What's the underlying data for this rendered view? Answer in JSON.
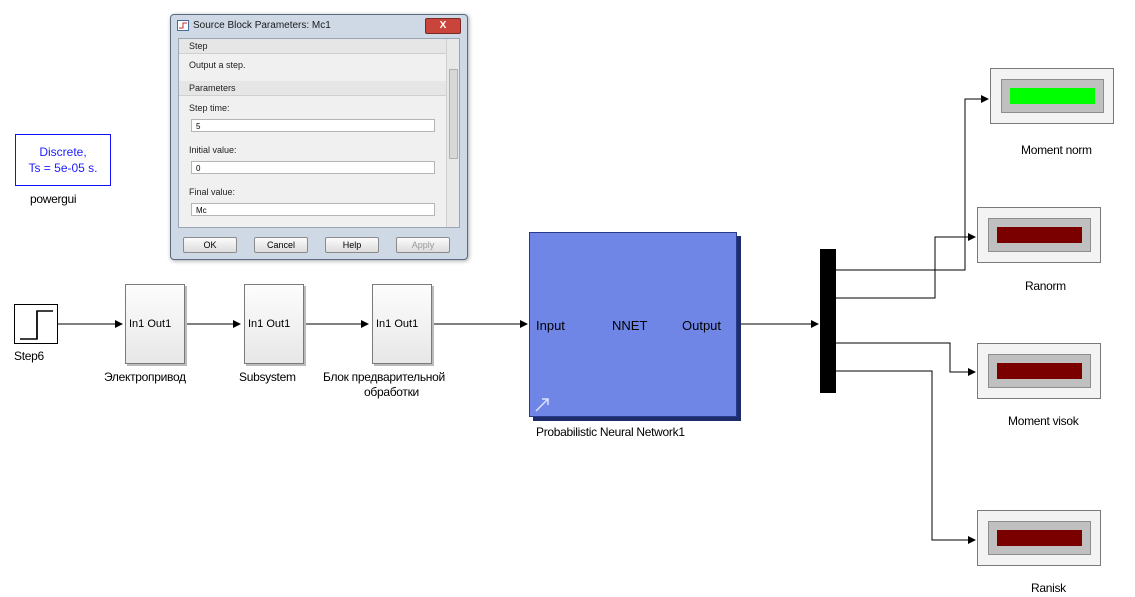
{
  "powergui": {
    "line1": "Discrete,",
    "line2": "Ts = 5e-05 s.",
    "label": "powergui"
  },
  "step_block": {
    "label": "Step6"
  },
  "blocks": [
    {
      "ports": "In1 Out1",
      "label_lines": [
        "Электропривод"
      ]
    },
    {
      "ports": "In1 Out1",
      "label_lines": [
        "Subsystem"
      ]
    },
    {
      "ports": "In1 Out1",
      "label_lines": [
        "Блок предварительной",
        "обработки"
      ]
    }
  ],
  "nnet": {
    "input": "Input",
    "name": "NNET",
    "output": "Output",
    "label": "Probabilistic Neural Network1"
  },
  "displays": [
    {
      "label": "Moment norm",
      "color": "#00ff00"
    },
    {
      "label": "Ranorm",
      "color": "#7a0000"
    },
    {
      "label": "Moment visok",
      "color": "#7a0000"
    },
    {
      "label": "Ranisk",
      "color": "#7a0000"
    }
  ],
  "dialog": {
    "title": "Source Block Parameters: Mc1",
    "close": "X",
    "section_step": "Step",
    "description": "Output a step.",
    "section_params": "Parameters",
    "fields": [
      {
        "label": "Step time:",
        "value": "5"
      },
      {
        "label": "Initial value:",
        "value": "0"
      },
      {
        "label": "Final value:",
        "value": "Mc"
      }
    ],
    "buttons": {
      "ok": "OK",
      "cancel": "Cancel",
      "help": "Help",
      "apply": "Apply"
    }
  }
}
